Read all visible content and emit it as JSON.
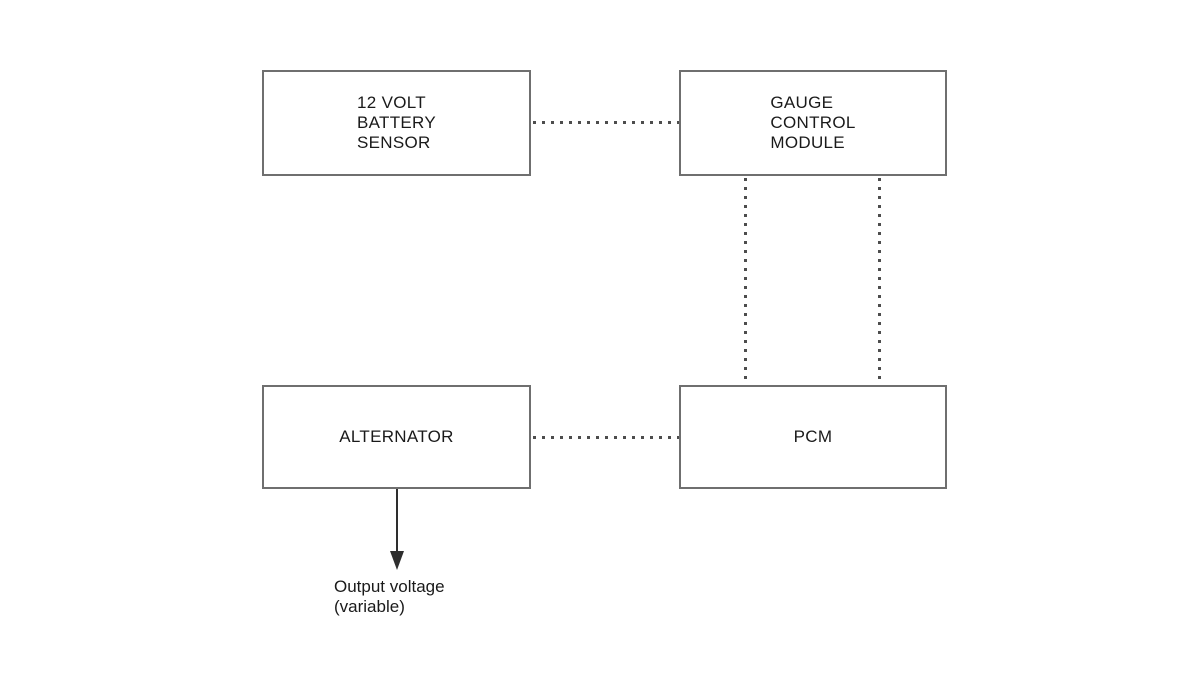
{
  "diagram": {
    "title": "charging-system-block-diagram",
    "nodes": {
      "battery_sensor": {
        "label": "12 VOLT\nBATTERY\nSENSOR"
      },
      "gauge_control_module": {
        "label": "GAUGE\nCONTROL\nMODULE"
      },
      "alternator": {
        "label": "ALTERNATOR"
      },
      "pcm": {
        "label": "PCM"
      }
    },
    "connections": {
      "battery_sensor_to_gauge_module": "dotted",
      "alternator_to_pcm": "dotted",
      "gauge_module_to_pcm_line_1": "dotted",
      "gauge_module_to_pcm_line_2": "dotted",
      "alternator_output": "solid-arrow-down"
    },
    "annotations": {
      "output_voltage": {
        "label": "Output voltage\n(variable)"
      }
    },
    "colors": {
      "background": "#ffffff",
      "box_border": "#6f6f6f",
      "dotted_line": "#4d4d4d",
      "arrow": "#2e2e2e",
      "text": "#1a1a1a"
    }
  }
}
